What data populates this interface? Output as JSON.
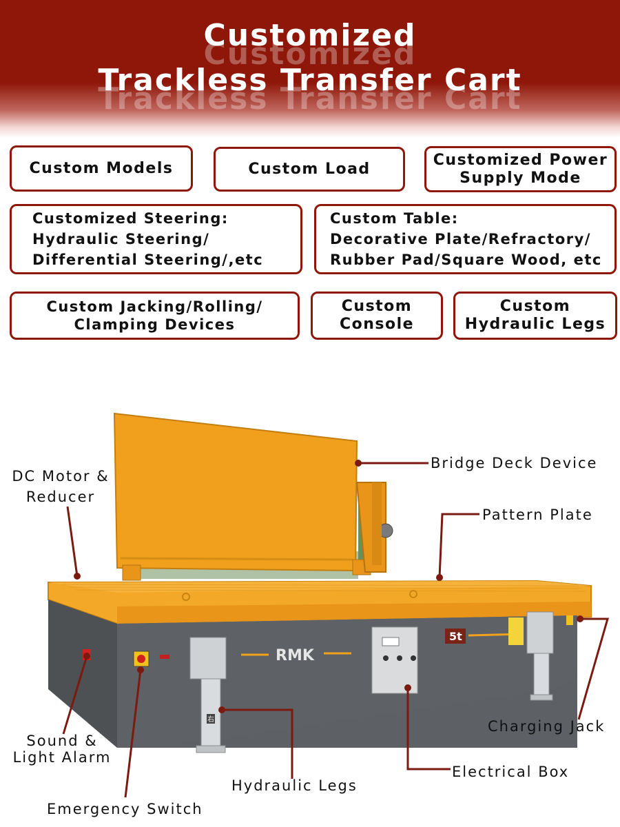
{
  "header": {
    "title_line1": "Customized",
    "title_line2": "Trackless Transfer Cart"
  },
  "features": [
    {
      "lines": [
        "Custom Models"
      ]
    },
    {
      "lines": [
        "Custom Load"
      ]
    },
    {
      "lines": [
        "Customized Power",
        "Supply Mode"
      ]
    },
    {
      "lines": [
        "Customized Steering:",
        "Hydraulic Steering/",
        "Differential Steering/,etc"
      ]
    },
    {
      "lines": [
        "Custom Table:",
        "Decorative Plate/Refractory/",
        "Rubber Pad/Square Wood, etc"
      ]
    },
    {
      "lines": [
        "Custom Jacking/Rolling/",
        "Clamping Devices"
      ]
    },
    {
      "lines": [
        "Custom",
        "Console"
      ]
    },
    {
      "lines": [
        "Custom",
        "Hydraulic Legs"
      ]
    }
  ],
  "photo": {
    "brand": "RMK",
    "capacity_label": "5t",
    "leg_label": "右"
  },
  "callouts": {
    "dc_motor_line1": "DC Motor &",
    "dc_motor_line2": "Reducer",
    "bridge_deck": "Bridge Deck Device",
    "pattern_plate": "Pattern Plate",
    "charging_jack": "Charging Jack",
    "sound_alarm_line1": "Sound &",
    "sound_alarm_line2": "Light Alarm",
    "electrical_box": "Electrical Box",
    "hydraulic_legs": "Hydraulic Legs",
    "emergency_switch": "Emergency Switch"
  },
  "colors": {
    "brand_red": "#8e1709",
    "cart_orange": "#f2a21c",
    "cart_gray": "#5d6165"
  }
}
